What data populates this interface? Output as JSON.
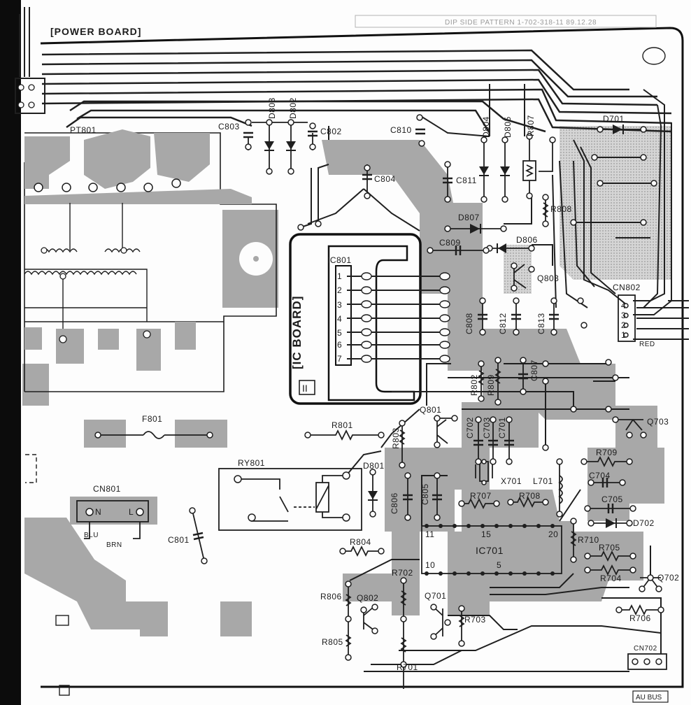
{
  "title": "[POWER BOARD]",
  "header_stamp": "DIP SIDE PATTERN 1-702-318-11 89.12.28",
  "ic_board_label": "[IC BOARD]",
  "ic_board_number": "II",
  "footer_tag": "AU BUS",
  "colors": {
    "copper": "#a8a8a8",
    "trace": "#2a2a2a",
    "paper": "#fdfdfd",
    "edge": "#0c0c0c",
    "border": "#b4b4b4"
  },
  "ic801_pins": [
    "1",
    "2",
    "3",
    "4",
    "5",
    "6",
    "7"
  ],
  "cn802_pins": [
    "4",
    "3",
    "2",
    "1"
  ],
  "cn802_wire": "RED",
  "cn801_pins": [
    "N",
    "L"
  ],
  "cn801_wires": [
    "BLU",
    "BRN"
  ],
  "ic701_pins": {
    "top_left": "11",
    "top_mid": "15",
    "top_right": "20",
    "bottom_left": "10",
    "bottom_mid": "5"
  },
  "components": [
    {
      "id": "pt801",
      "ref": "PT801"
    },
    {
      "id": "c803",
      "ref": "C803"
    },
    {
      "id": "d803",
      "ref": "D803"
    },
    {
      "id": "d802",
      "ref": "D802"
    },
    {
      "id": "c802",
      "ref": "C802"
    },
    {
      "id": "c810",
      "ref": "C810"
    },
    {
      "id": "d804",
      "ref": "D804"
    },
    {
      "id": "d805",
      "ref": "D805"
    },
    {
      "id": "r807",
      "ref": "R807"
    },
    {
      "id": "d701",
      "ref": "D701"
    },
    {
      "id": "c804",
      "ref": "C804"
    },
    {
      "id": "c811",
      "ref": "C811"
    },
    {
      "id": "r808",
      "ref": "R808"
    },
    {
      "id": "d807",
      "ref": "D807"
    },
    {
      "id": "d806",
      "ref": "D806"
    },
    {
      "id": "c809",
      "ref": "C809"
    },
    {
      "id": "ic801",
      "ref": "IC801"
    },
    {
      "id": "q803",
      "ref": "Q803"
    },
    {
      "id": "cn802",
      "ref": "CN802"
    },
    {
      "id": "c808",
      "ref": "C808"
    },
    {
      "id": "c812",
      "ref": "C812"
    },
    {
      "id": "c813",
      "ref": "C813"
    },
    {
      "id": "r802",
      "ref": "R802"
    },
    {
      "id": "r809",
      "ref": "R809"
    },
    {
      "id": "c807",
      "ref": "C807"
    },
    {
      "id": "q801",
      "ref": "Q801"
    },
    {
      "id": "q703",
      "ref": "Q703"
    },
    {
      "id": "f801",
      "ref": "F801"
    },
    {
      "id": "r801",
      "ref": "R801"
    },
    {
      "id": "r803",
      "ref": "R803"
    },
    {
      "id": "c702",
      "ref": "C702"
    },
    {
      "id": "c703",
      "ref": "C703"
    },
    {
      "id": "c701",
      "ref": "C701"
    },
    {
      "id": "r709",
      "ref": "R709"
    },
    {
      "id": "ry801",
      "ref": "RY801"
    },
    {
      "id": "d801",
      "ref": "D801"
    },
    {
      "id": "x701",
      "ref": "X701"
    },
    {
      "id": "l701",
      "ref": "L701"
    },
    {
      "id": "c704",
      "ref": "C704"
    },
    {
      "id": "cn801",
      "ref": "CN801"
    },
    {
      "id": "c806",
      "ref": "C806"
    },
    {
      "id": "c805",
      "ref": "C805"
    },
    {
      "id": "r707",
      "ref": "R707"
    },
    {
      "id": "r708",
      "ref": "R708"
    },
    {
      "id": "c705",
      "ref": "C705"
    },
    {
      "id": "d702",
      "ref": "D702"
    },
    {
      "id": "c801",
      "ref": "C801"
    },
    {
      "id": "r804",
      "ref": "R804"
    },
    {
      "id": "r710",
      "ref": "R710"
    },
    {
      "id": "ic701",
      "ref": "IC701"
    },
    {
      "id": "r705",
      "ref": "R705"
    },
    {
      "id": "r702",
      "ref": "R702"
    },
    {
      "id": "r704",
      "ref": "R704"
    },
    {
      "id": "q702",
      "ref": "Q702"
    },
    {
      "id": "r806",
      "ref": "R806"
    },
    {
      "id": "q802",
      "ref": "Q802"
    },
    {
      "id": "q701",
      "ref": "Q701"
    },
    {
      "id": "r703",
      "ref": "R703"
    },
    {
      "id": "r706",
      "ref": "R706"
    },
    {
      "id": "r805",
      "ref": "R805"
    },
    {
      "id": "cn702",
      "ref": "CN702"
    },
    {
      "id": "r701",
      "ref": "R701"
    }
  ]
}
